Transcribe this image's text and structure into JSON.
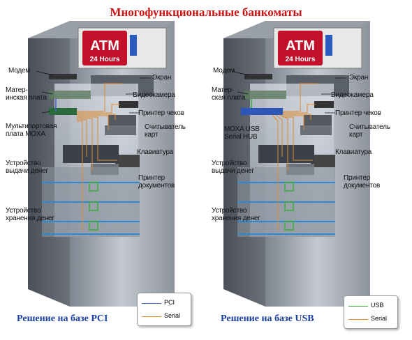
{
  "title": "Многофункциональные банкоматы",
  "colors": {
    "title": "#cc1111",
    "caption": "#1a3fa0",
    "pci": "#3a66c4",
    "serial": "#e08a2a",
    "usb": "#3aa83a",
    "atm_sign": "#c0102a"
  },
  "sign": {
    "line1": "ATM",
    "line2": "24 Hours"
  },
  "left": {
    "caption": "Решение на базе PCI",
    "labels": {
      "modem": "Модем",
      "mainboard": "Матер-\nинская плата",
      "card": "Мультипортовая\nплата MOXA",
      "dispenser": "Устройство\nвыдачи денег",
      "storage": "Устройство\nхранения денег",
      "screen": "Экран",
      "camera": "Видеокамера",
      "receipt": "Принтер чеков",
      "reader": "Считыватель\nкарт",
      "keyboard": "Клавиатура",
      "docprinter": "Принтер\nдокументов"
    },
    "legend": [
      {
        "label": "PCI",
        "color_key": "pci"
      },
      {
        "label": "Serial",
        "color_key": "serial"
      }
    ]
  },
  "right": {
    "caption": "Решение на базе USB",
    "labels": {
      "modem": "Модем",
      "mainboard": "Матер-\nская плата",
      "card": "MOXA USB\nSerial HUB",
      "dispenser": "Устройство\nвыдачи денег",
      "storage": "Устройство\nхранения денег",
      "screen": "Экран",
      "camera": "Видеокамера",
      "receipt": "Принтер чеков",
      "reader": "Считыватель\nкарт",
      "keyboard": "Клавиатура",
      "docprinter": "Принтер\nдокументов"
    },
    "legend": [
      {
        "label": "USB",
        "color_key": "usb"
      },
      {
        "label": "Serial",
        "color_key": "serial"
      }
    ]
  }
}
